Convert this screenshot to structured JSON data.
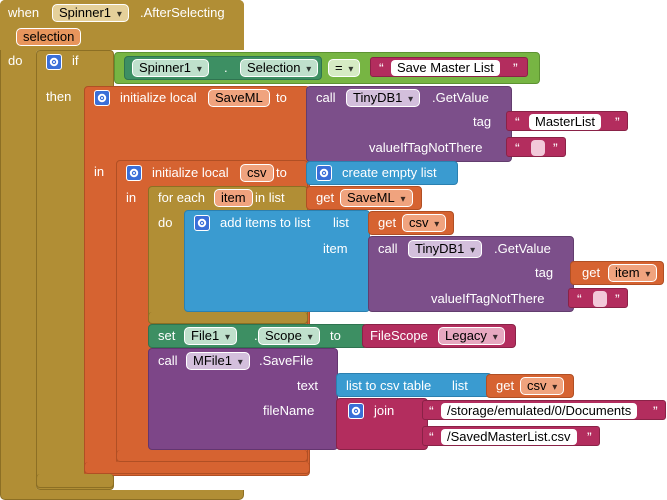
{
  "colors": {
    "event": "#b18e35",
    "control": "#b18e35",
    "local": "#d66331",
    "logic": "#77b543",
    "text": "#b32d5e",
    "tinydb": "#7c4f8a",
    "list": "#3a9bd0",
    "component": "#3d8f63",
    "file": "#7d4688"
  },
  "event": {
    "when": "when",
    "component": "Spinner1",
    "event_name": ".AfterSelecting",
    "param": "selection",
    "do": "do"
  },
  "if_block": {
    "if": "if",
    "then": "then",
    "component": "Spinner1",
    "dot": ".",
    "property": "Selection",
    "op": "=",
    "value": "Save Master List"
  },
  "init_saveml": {
    "label": "initialize local",
    "var": "SaveML",
    "to": "to",
    "in": "in"
  },
  "getvalue1": {
    "call": "call",
    "component": "TinyDB1",
    "method": ".GetValue",
    "tag": "tag",
    "tag_value": "MasterList",
    "default": "valueIfTagNotThere"
  },
  "init_csv": {
    "label": "initialize local",
    "var": "csv",
    "to": "to",
    "in": "in",
    "value": "create empty list"
  },
  "foreach": {
    "label": "for each",
    "var": "item",
    "in_list": "in list",
    "get": "get",
    "list_var": "SaveML",
    "do": "do"
  },
  "additems": {
    "label": "add items to list",
    "list": "list",
    "get": "get",
    "list_var": "csv",
    "item": "item"
  },
  "getvalue2": {
    "call": "call",
    "component": "TinyDB1",
    "method": ".GetValue",
    "tag": "tag",
    "get": "get",
    "tag_var": "item",
    "default": "valueIfTagNotThere"
  },
  "set_scope": {
    "set": "set",
    "component": "File1",
    "dot": ".",
    "property": "Scope",
    "to": "to",
    "enum": "FileScope",
    "enum_value": "Legacy"
  },
  "savefile": {
    "call": "call",
    "component": "MFile1",
    "method": ".SaveFile",
    "text": "text",
    "csv_label": "list to csv table",
    "list": "list",
    "get": "get",
    "var": "csv",
    "filename": "fileName",
    "join": "join",
    "path1": "/storage/emulated/0/Documents",
    "path2": "/SavedMasterList.csv"
  }
}
